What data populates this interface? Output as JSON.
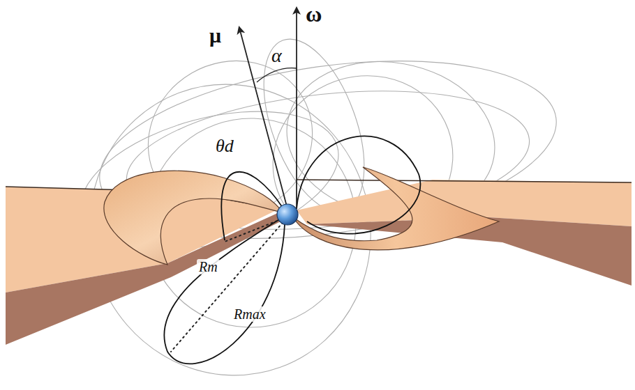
{
  "diagram": {
    "labels": [
      "μ",
      "ω",
      "α",
      "θd",
      "Rm",
      "Rmax"
    ]
  }
}
